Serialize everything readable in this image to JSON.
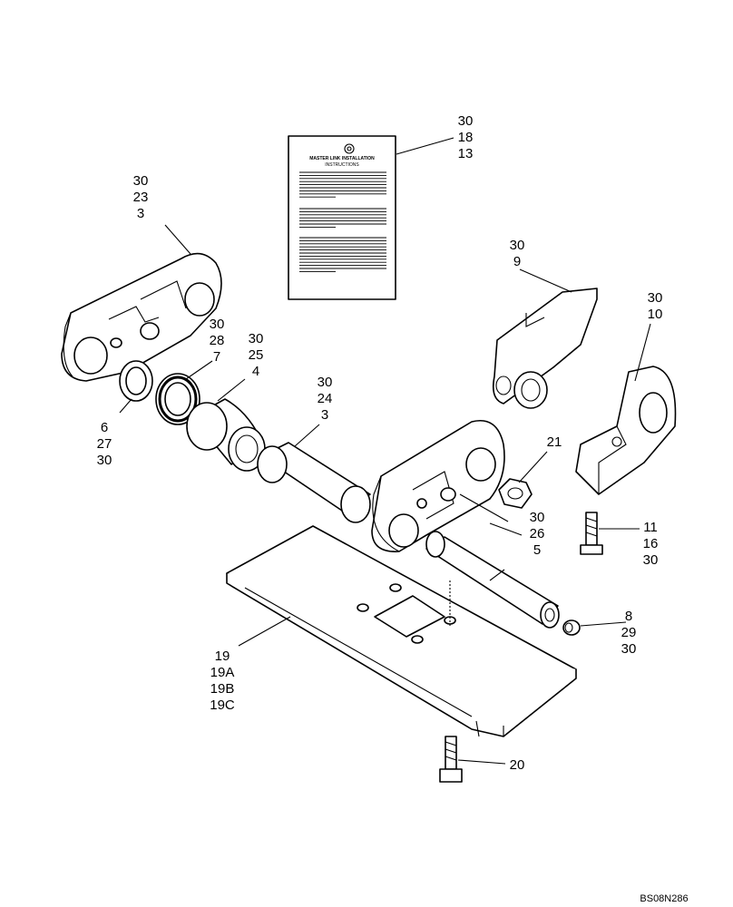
{
  "callouts": [
    {
      "id": "card",
      "lines": [
        "30",
        "18",
        "13"
      ]
    },
    {
      "id": "lloutl",
      "lines": [
        "30",
        "23",
        "3"
      ]
    },
    {
      "id": "rlink9",
      "lines": [
        "30",
        "9"
      ]
    },
    {
      "id": "rlink10",
      "lines": [
        "30",
        "10"
      ]
    },
    {
      "id": "seal7",
      "lines": [
        "30",
        "28",
        "7"
      ]
    },
    {
      "id": "bush4",
      "lines": [
        "30",
        "25",
        "4"
      ]
    },
    {
      "id": "pin3",
      "lines": [
        "30",
        "24",
        "3"
      ]
    },
    {
      "id": "ring6",
      "lines": [
        "6",
        "27",
        "30"
      ]
    },
    {
      "id": "nut21",
      "lines": [
        "21"
      ]
    },
    {
      "id": "pin5",
      "lines": [
        "30",
        "26",
        "5"
      ]
    },
    {
      "id": "bolt11",
      "lines": [
        "11",
        "16",
        "30"
      ]
    },
    {
      "id": "plug8",
      "lines": [
        "8",
        "29",
        "30"
      ]
    },
    {
      "id": "shoe19",
      "lines": [
        "19",
        "19A",
        "19B",
        "19C"
      ]
    },
    {
      "id": "bolt20",
      "lines": [
        "20"
      ]
    }
  ],
  "card_text": {
    "title": "MASTER LINK INSTALLATION",
    "subtitle": "INSTRUCTIONS"
  },
  "drawing_code": "BS08N286"
}
